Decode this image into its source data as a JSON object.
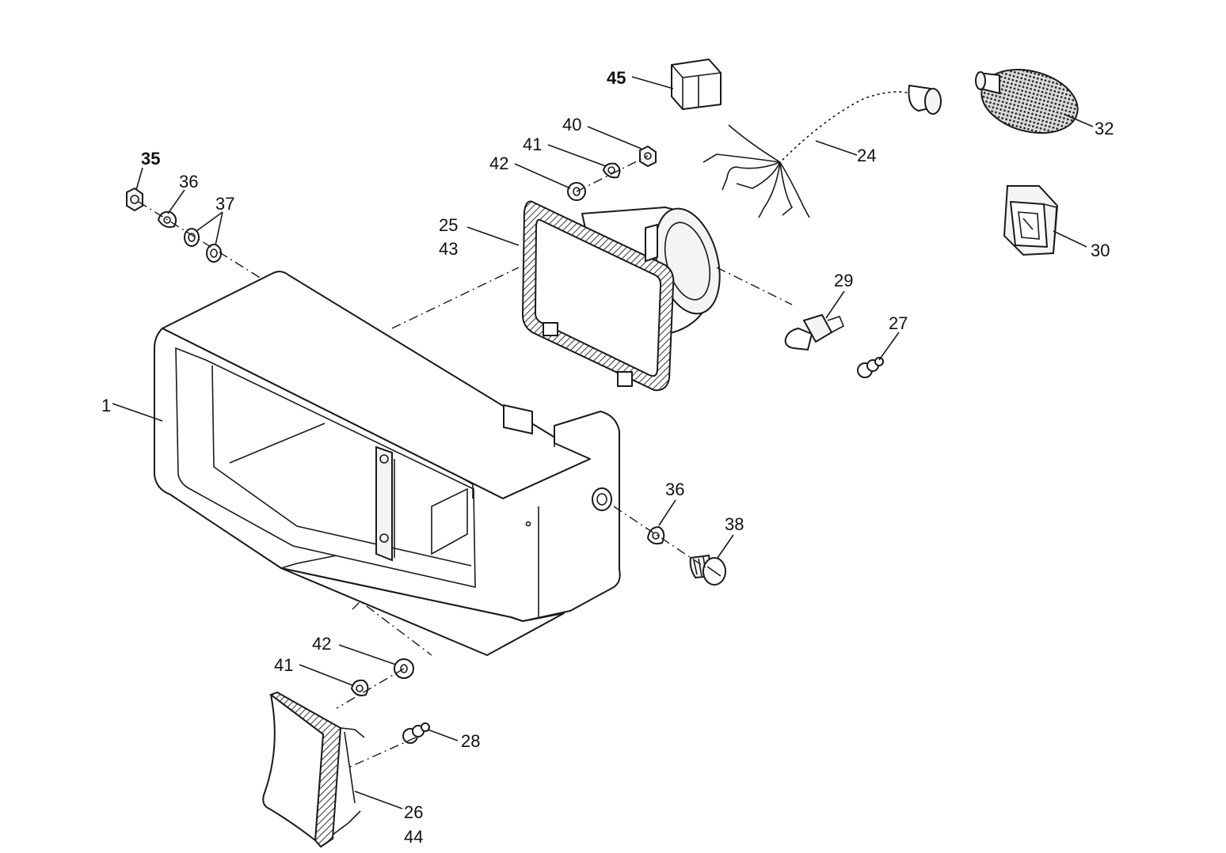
{
  "callouts": {
    "c1": "1",
    "c24": "24",
    "c25": "25",
    "c43": "43",
    "c26": "26",
    "c44": "44",
    "c27": "27",
    "c28": "28",
    "c29": "29",
    "c30": "30",
    "c32": "32",
    "c35": "35",
    "c36a": "36",
    "c36b": "36",
    "c37": "37",
    "c38": "38",
    "c40": "40",
    "c41a": "41",
    "c41b": "41",
    "c42a": "42",
    "c42b": "42",
    "c45": "45"
  }
}
